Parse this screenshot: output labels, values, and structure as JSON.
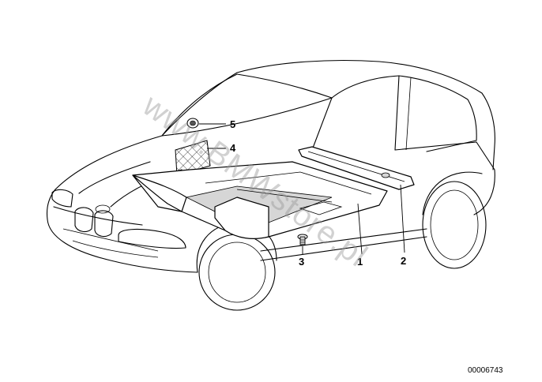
{
  "callouts": {
    "c1": "1",
    "c2": "2",
    "c3": "3",
    "c4": "4",
    "c5": "5"
  },
  "diagram_number": "00006743",
  "watermark": "www.BMWstore.pl"
}
